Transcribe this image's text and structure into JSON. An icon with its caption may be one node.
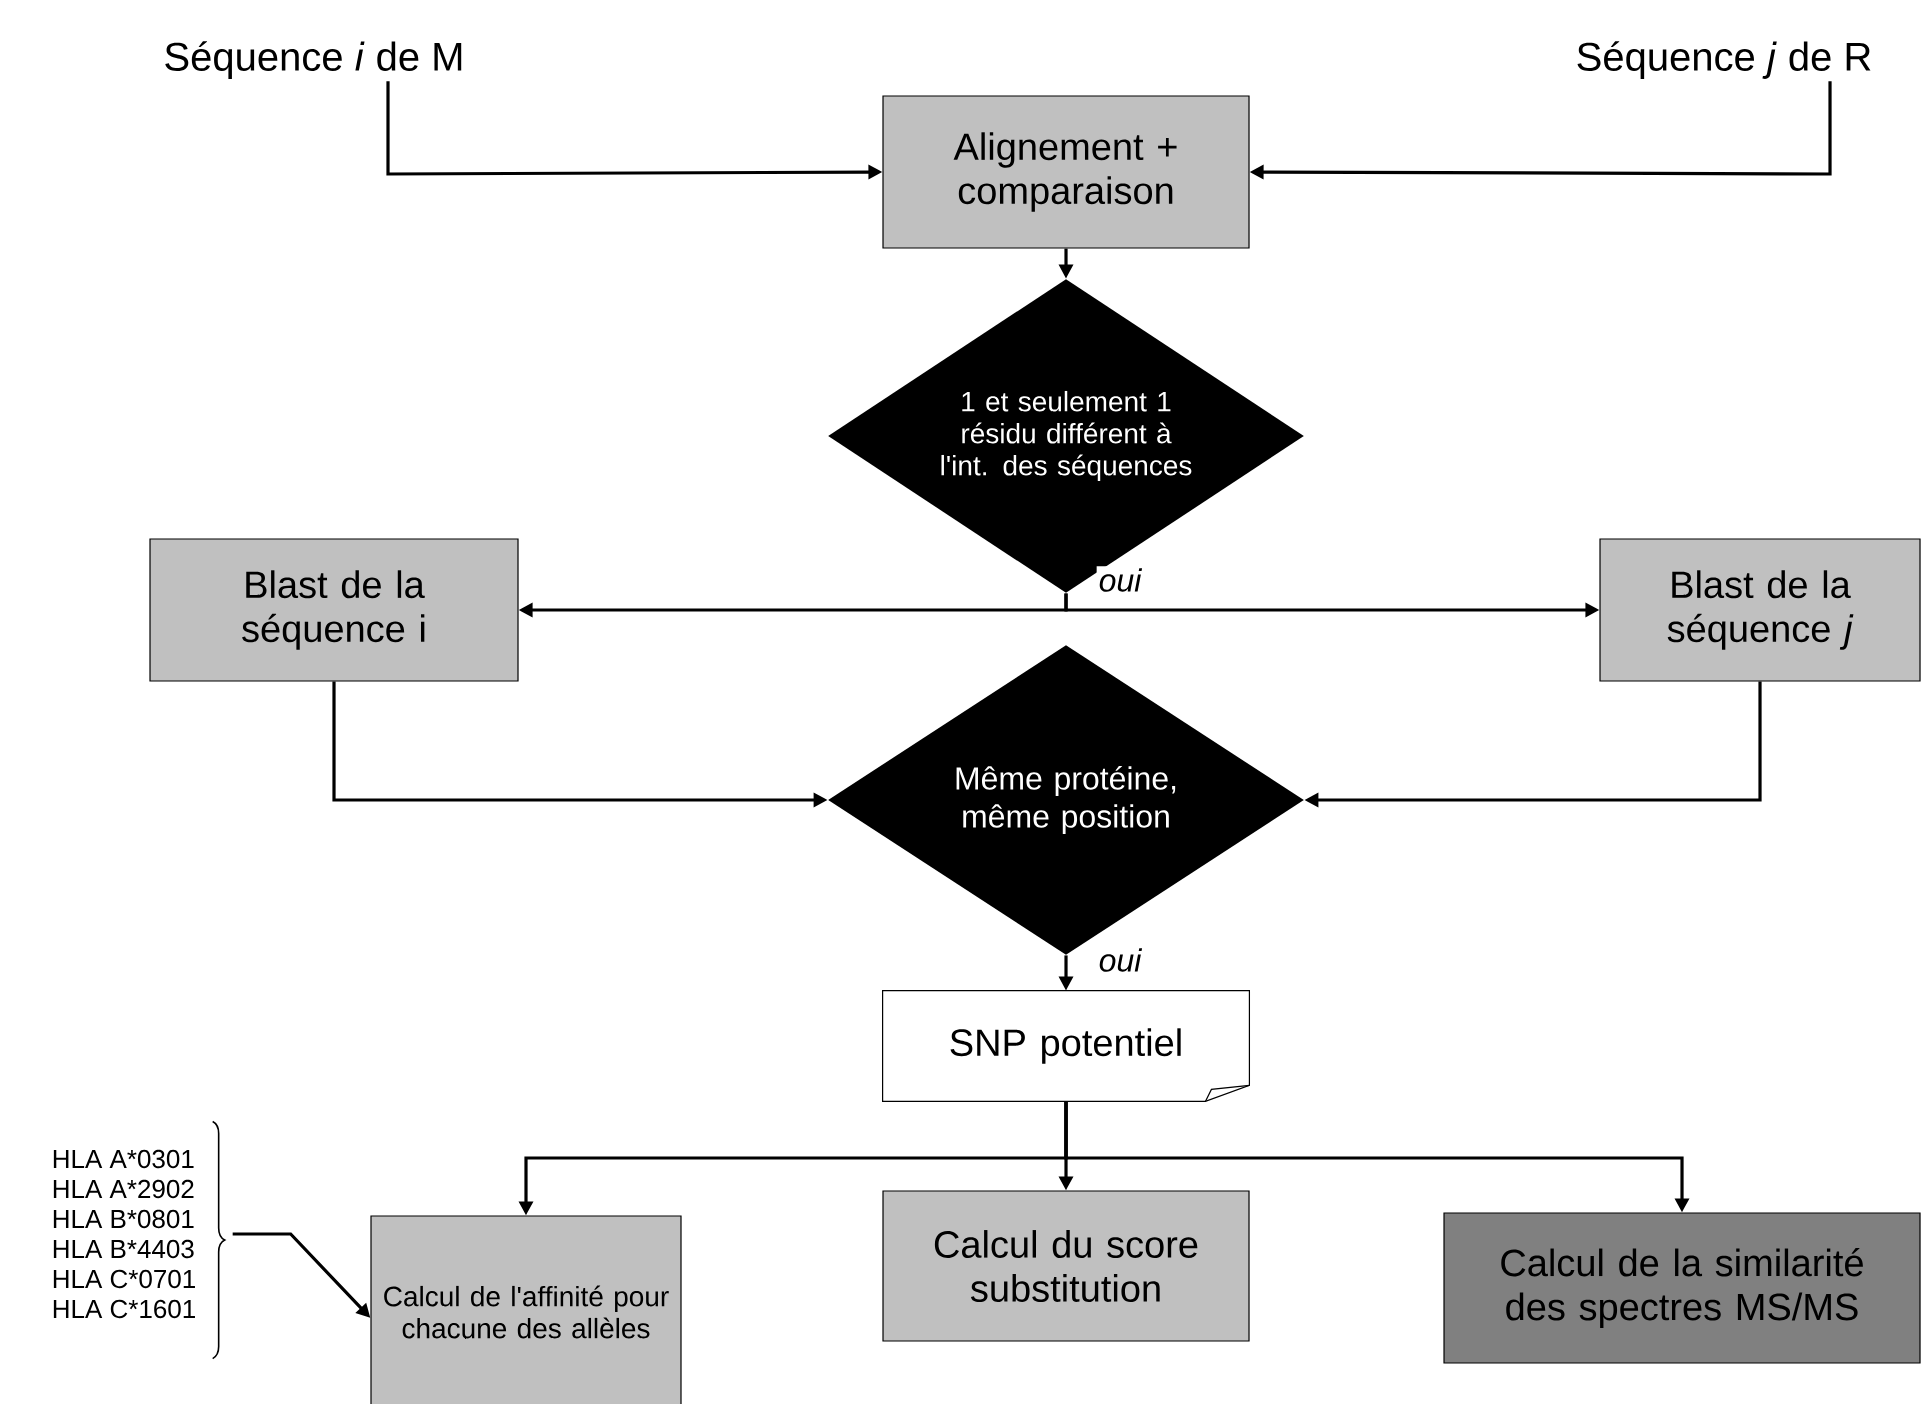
{
  "diagram": {
    "nodes": [
      {
        "text": [
          "Séquence *i* de M"
        ]
      },
      {
        "text": [
          "Séquence *j* de R"
        ]
      },
      {
        "text": [
          "Alignement + comparaison"
        ]
      },
      {
        "text": [
          "1 et seulement 1 résidu différent à l'int. des séquences"
        ]
      },
      {
        "text": [
          "Blast de la séquence i"
        ]
      },
      {
        "text": [
          "Blast de la séquence *j*"
        ]
      },
      {
        "text": [
          "Même protéine, même position"
        ]
      },
      {
        "text": [
          "SNP potentiel"
        ]
      },
      {
        "text": [
          "HLA A*0301",
          "HLA A*2902",
          "HLA B*0801",
          "HLA B*4403",
          "HLA C*0701",
          "HLA C*1601"
        ]
      },
      {
        "text": [
          "Calcul de l'affinité pour chacune des allèles"
        ]
      },
      {
        "text": [
          "Calcul du score substitution"
        ]
      },
      {
        "text": [
          "Calcul de la similarité des spectres MS/MS"
        ]
      }
    ],
    "edges": [
      {
        "from": 0,
        "to": 2,
        "arrow": "to"
      },
      {
        "from": 1,
        "to": 2,
        "arrow": "to"
      },
      {
        "from": 2,
        "to": 3,
        "arrow": "to"
      },
      {
        "from": 3,
        "to": 4,
        "arrow": "to"
      },
      {
        "from": 3,
        "to": 5,
        "arrow": "to",
        "label": "oui"
      },
      {
        "from": 4,
        "to": 6,
        "arrow": "to"
      },
      {
        "from": 5,
        "to": 6,
        "arrow": "to"
      },
      {
        "from": 6,
        "to": 7,
        "arrow": "to",
        "label": "oui"
      },
      {
        "from": 7,
        "to": 9,
        "arrow": "to"
      },
      {
        "from": 7,
        "to": 10,
        "arrow": "to"
      },
      {
        "from": 7,
        "to": 11,
        "arrow": "to"
      },
      {
        "from": 8,
        "to": 9,
        "arrow": "to"
      }
    ]
  }
}
